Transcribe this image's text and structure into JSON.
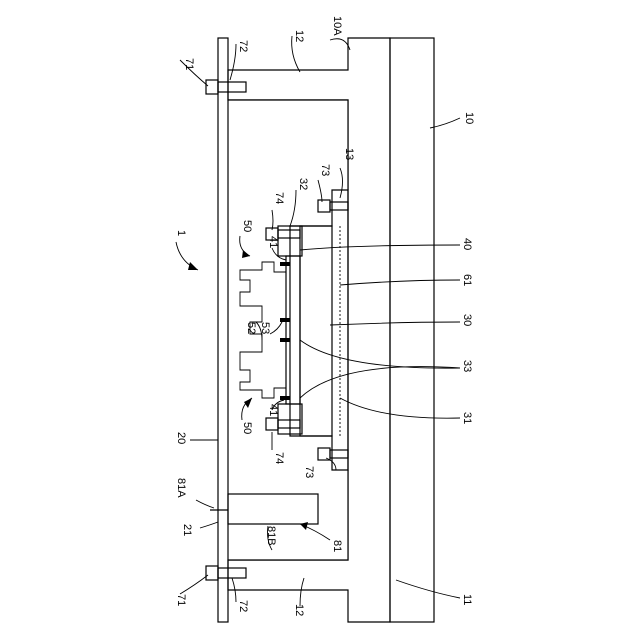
{
  "diagram": {
    "reference_numerals": {
      "n1": "1",
      "n10": "10",
      "n10a": "10A",
      "n11": "11",
      "n12_top": "12",
      "n12_bottom": "12",
      "n13": "13",
      "n20": "20",
      "n21": "21",
      "n30": "30",
      "n31": "31",
      "n32": "32",
      "n33": "33",
      "n40": "40",
      "n41_top": "41",
      "n41_bottom": "41",
      "n50_top": "50",
      "n50_bottom": "50",
      "n52": "52",
      "n53": "53",
      "n61": "61",
      "n71_top": "71",
      "n71_bottom": "71",
      "n72_top": "72",
      "n72_bottom": "72",
      "n73_top": "73",
      "n73_bottom": "73",
      "n74_top": "74",
      "n74_bottom": "74",
      "n81": "81",
      "n81a": "81A",
      "n81b": "81B"
    }
  }
}
